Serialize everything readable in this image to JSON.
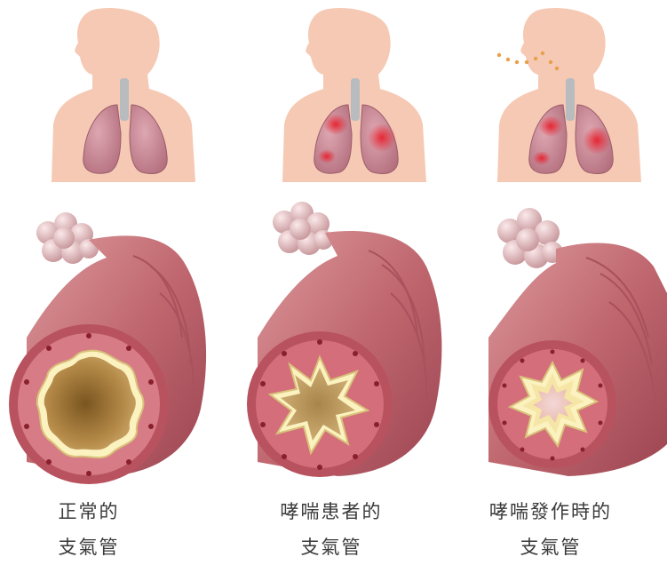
{
  "panels": [
    {
      "id": "normal",
      "line1": "正常的",
      "line2": "支氣管",
      "inflammation": 0,
      "airway": "open"
    },
    {
      "id": "asthma",
      "line1": "哮喘患者的",
      "line2": "支氣管",
      "inflammation": 0.6,
      "airway": "narrowed"
    },
    {
      "id": "attack",
      "line1": "哮喘發作時的",
      "line2": "支氣管",
      "inflammation": 0.8,
      "airway": "constricted"
    }
  ],
  "colors": {
    "skin": "#f6c9b4",
    "lung": "#c98a98",
    "inflame": "#e03040",
    "bronchus": "#c8727a",
    "wall": "#9e3a4a",
    "mucus": "#fbf2c0",
    "lumen": "#b88a45",
    "alveoli": "#ecc6c8"
  }
}
